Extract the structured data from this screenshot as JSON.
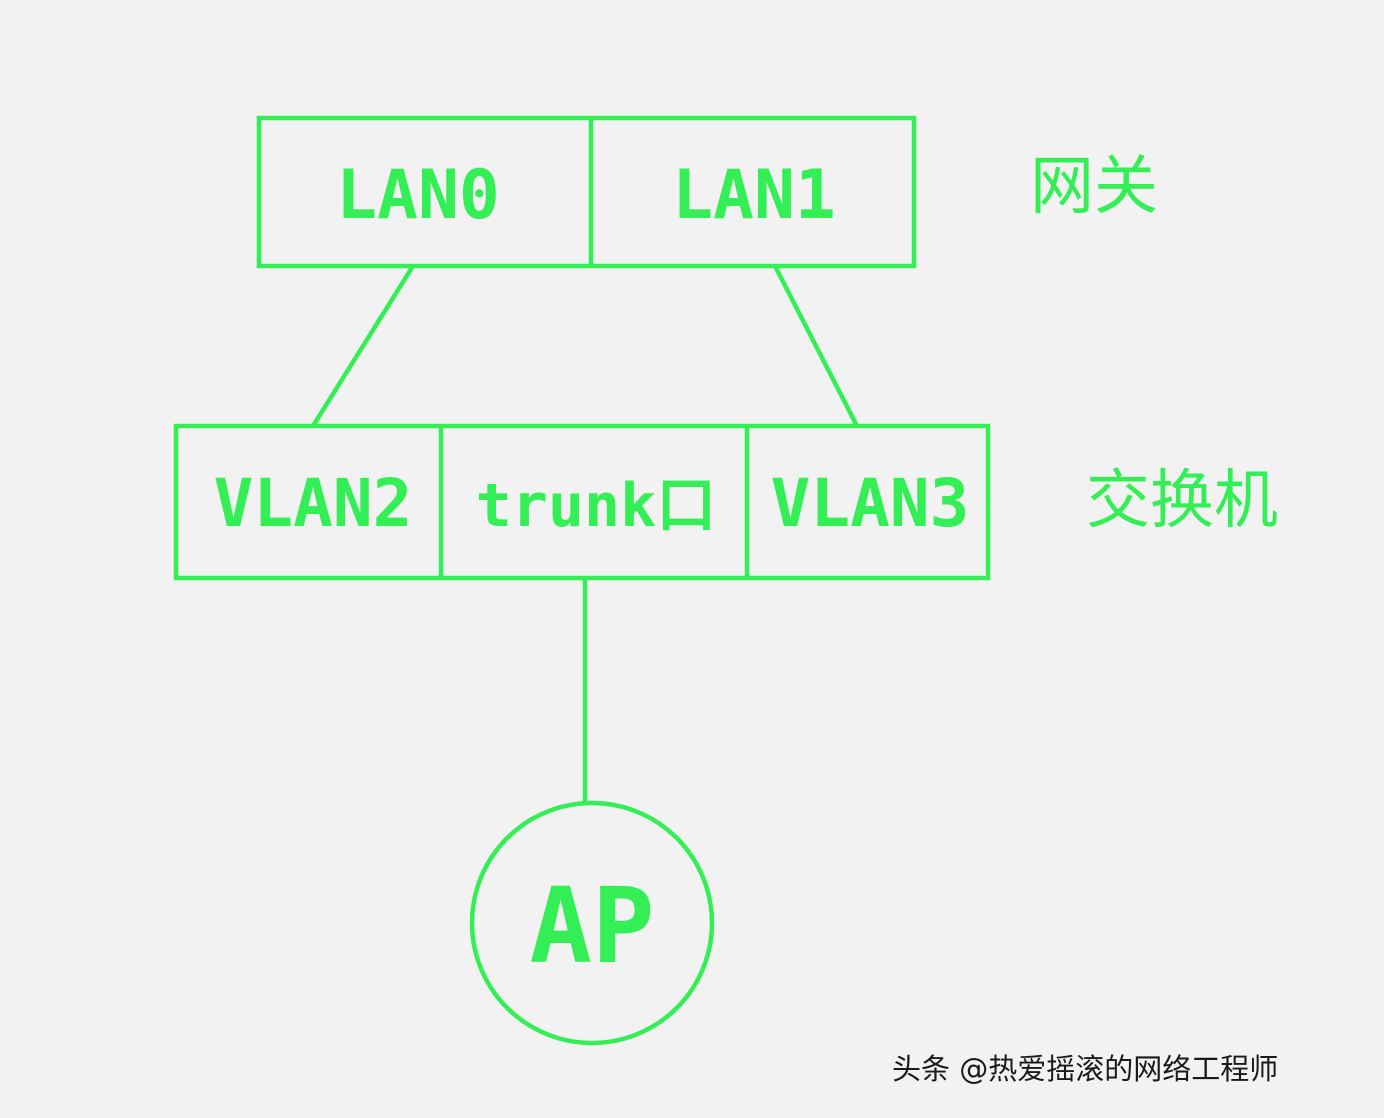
{
  "colors": {
    "accent": "#33ee55",
    "background": "#f2f2f2",
    "watermark": "#1a1a1a"
  },
  "gateway": {
    "port_left": "LAN0",
    "port_right": "LAN1",
    "label": "网关"
  },
  "switch": {
    "port_left": "VLAN2",
    "port_middle": "trunk口",
    "port_right": "VLAN3",
    "label": "交换机"
  },
  "access_point": {
    "label": "AP"
  },
  "watermark": "头条 @热爱摇滚的网络工程师"
}
